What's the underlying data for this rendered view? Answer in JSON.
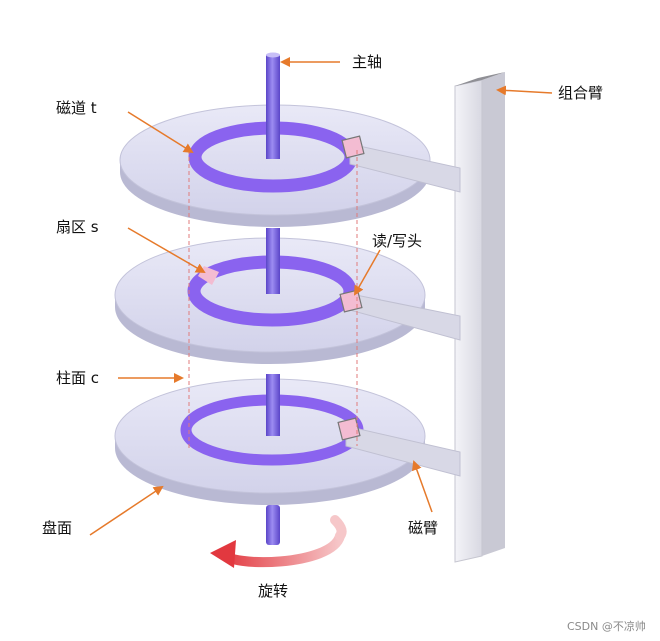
{
  "diagram": {
    "labels": {
      "spindle": "主轴",
      "actuator": "组合臂",
      "track": "磁道 t",
      "sector": "扇区 s",
      "head": "读/写头",
      "cylinder": "柱面 c",
      "platter": "盘面",
      "arm": "磁臂",
      "rotation": "旋转"
    },
    "colors": {
      "platter_top": "#dcdcf2",
      "platter_edge": "#b9b9d3",
      "track": "#8a63ef",
      "sector": "#f3bcd2",
      "spindle": "#7c68de",
      "arrow": "#e67a2b",
      "rotation_arrow": "#e6545c"
    }
  },
  "watermark": "CSDN @不凉帅"
}
